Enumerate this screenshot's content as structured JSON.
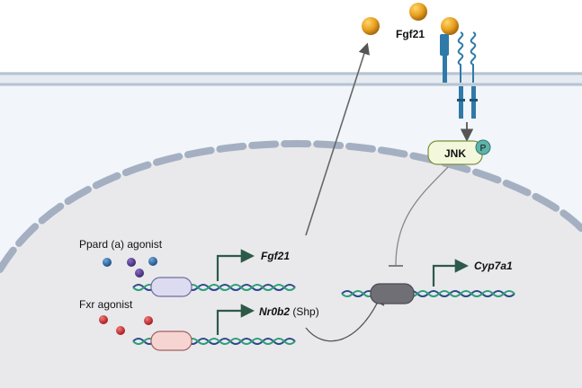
{
  "diagram": {
    "ligand_label": "Fgf21",
    "kinase_label": "JNK",
    "phospho_label": "P",
    "agonists": [
      {
        "label": "Ppard (a) agonist",
        "color": "#3d2a6e"
      },
      {
        "label": "Fxr agonist",
        "color": "#c0282b"
      }
    ],
    "genes": [
      {
        "name": "Fgf21",
        "suffix": ""
      },
      {
        "name": "Nr0b2",
        "suffix": " (Shp)"
      },
      {
        "name": "Cyp7a1",
        "suffix": ""
      }
    ],
    "colors": {
      "cytoplasm": "#f2f5f9",
      "nucleus": "#e8e8ea",
      "membrane": "#bfcad8",
      "receptor": "#2f7aa8",
      "ligand": "#e8a020",
      "dna_green": "#2e9e7a",
      "dna_blue": "#2c4a8a",
      "arrow": "#555555",
      "kinase_fill": "#f3f8dc",
      "phospho": "#5fb3a8"
    }
  }
}
